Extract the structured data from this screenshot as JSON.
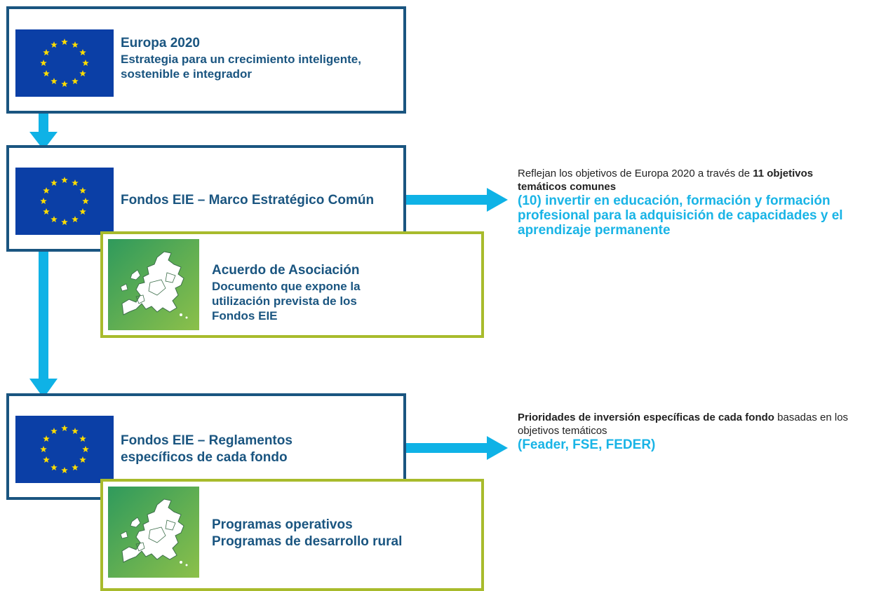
{
  "colors": {
    "dark_blue": "#1a5580",
    "olive_green": "#a8bb2c",
    "arrow_cyan": "#0fb2e6",
    "eu_blue": "#0b3fa6",
    "eu_yellow": "#ffdd00"
  },
  "icons": {
    "eu_flag": "eu-flag-icon",
    "europe_map": "europe-map-icon"
  },
  "box1": {
    "title": "Europa 2020",
    "subtitle": "Estrategia para un crecimiento inteligente, sostenible e integrador"
  },
  "box2": {
    "title": "Fondos EIE – Marco Estratégico Común"
  },
  "box3": {
    "title": "Acuerdo de Asociación",
    "subtitle": "Documento que expone la utilización prevista de los Fondos EIE"
  },
  "box4": {
    "title": "Fondos EIE – Reglamentos específicos de cada fondo"
  },
  "box5": {
    "line1": "Programas operativos",
    "line2": "Programas de desarrollo rural"
  },
  "note1": {
    "prefix": "Reflejan los objetivos de Europa 2020 a través de ",
    "bold": "11 objetivos temáticos comunes",
    "highlight": "(10) invertir en educación, formación y formación profesional para la adquisición de capacidades y el aprendizaje permanente"
  },
  "note2": {
    "bold": "Prioridades de inversión específicas de cada fondo",
    "suffix": " basadas en los objetivos temáticos",
    "highlight": "(Feader, FSE, FEDER)"
  }
}
